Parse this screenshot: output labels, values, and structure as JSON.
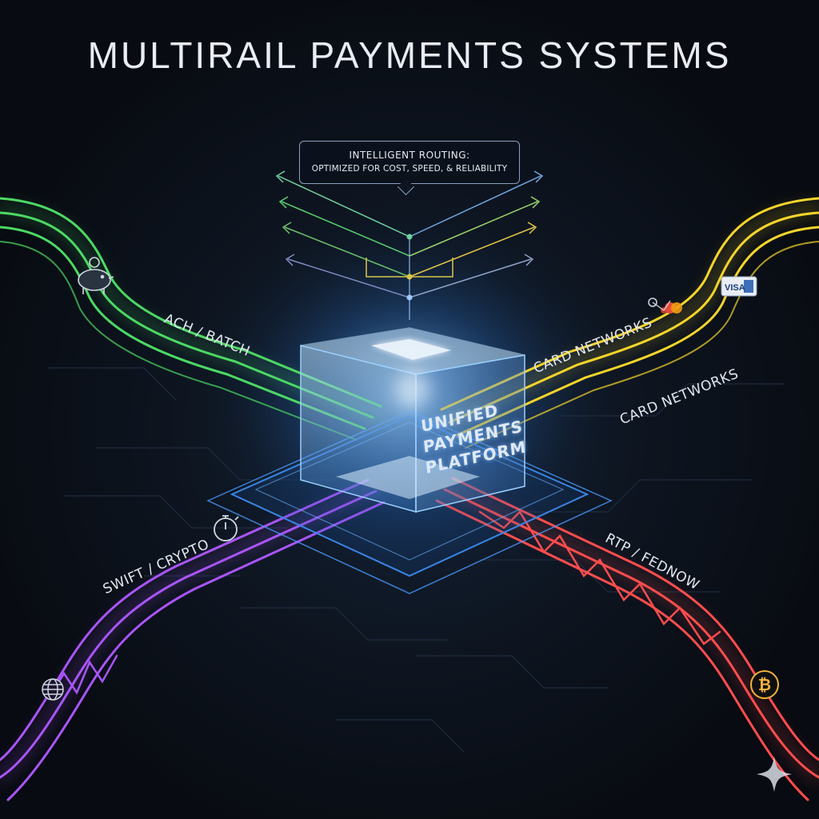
{
  "title": "MULTIRAIL PAYMENTS SYSTEMS",
  "callout": {
    "line1": "INTELLIGENT ROUTING:",
    "line2": "OPTIMIZED FOR COST, SPEED, & RELIABILITY"
  },
  "platform": {
    "line1": "UNIFIED",
    "line2": "PAYMENTS",
    "line3": "PLATFORM"
  },
  "rails": {
    "ach": {
      "label": "ACH / BATCH",
      "color": "#4cd964",
      "icon": "piggy-bank-icon"
    },
    "card": {
      "label": "CARD NETWORKS",
      "color": "#f5d52a",
      "icons": [
        "card-network-icon",
        "visa-card-icon"
      ]
    },
    "card_secondary": {
      "label": "CARD NETWORKS"
    },
    "swift": {
      "label": "SWIFT / CRYPTO",
      "color": "#a855f7",
      "icons": [
        "stopwatch-icon",
        "globe-icon"
      ]
    },
    "rtp": {
      "label": "RTP / FEDNOW",
      "color": "#ff4d4d",
      "icon": "bitcoin-icon"
    }
  },
  "visa_text": "VISA",
  "bitcoin_symbol": "₿"
}
